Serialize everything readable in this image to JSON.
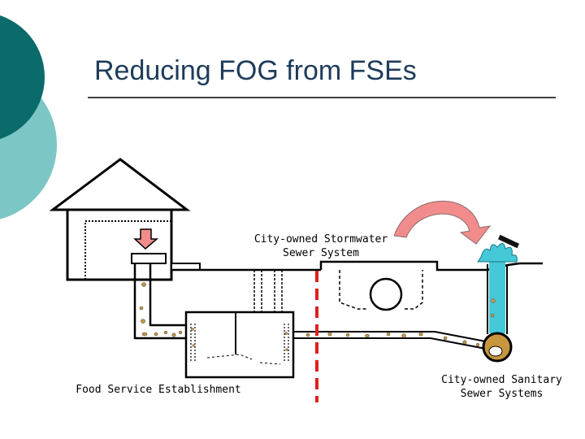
{
  "slide": {
    "title": "Reducing FOG from FSEs"
  },
  "labels": {
    "stormwater": [
      "City-owned Stormwater",
      "Sewer System"
    ],
    "fse": "Food Service Establishment",
    "sanitary": [
      "City-owned Sanitary",
      "Sewer Systems"
    ]
  },
  "colors": {
    "theme_dark": "#0b6a6a",
    "theme_light": "#7cc6c6",
    "arrow_pink": "#f28c8c",
    "boundary_red": "#e02020",
    "fog_tan": "#c8963e",
    "overflow_cyan": "#45c8d8",
    "title_text": "#1e3c5a"
  }
}
